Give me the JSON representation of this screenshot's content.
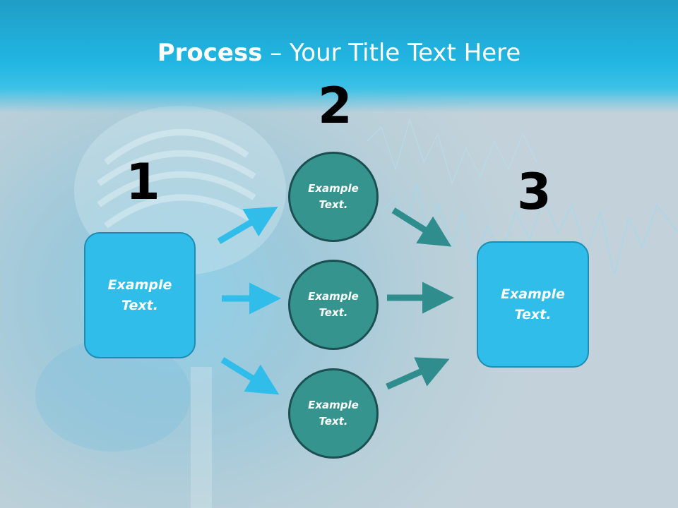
{
  "slide": {
    "title_bold": "Process",
    "title_rest": " – Your Title Text Here",
    "step_numbers": [
      "1",
      "2",
      "3"
    ],
    "left_box": "Example\nText.",
    "circles": [
      "Example\nText.",
      "Example\nText.",
      "Example\nText."
    ],
    "right_box": "Example\nText."
  },
  "colors": {
    "header": "#21b6e2",
    "box_fill": "#30bde9",
    "circle_fill": "#36948f",
    "arrow_light": "#30bde9",
    "arrow_dark": "#2f8d8d"
  }
}
